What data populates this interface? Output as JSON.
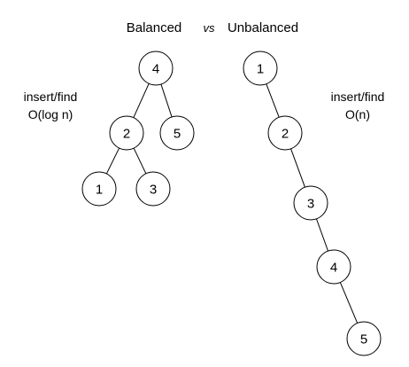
{
  "header": {
    "left_title": "Balanced",
    "separator": "vs",
    "right_title": "Unbalanced"
  },
  "balanced": {
    "note_line1": "insert/find",
    "note_line2": "O(log n)",
    "nodes": [
      {
        "id": "b4",
        "label": "4"
      },
      {
        "id": "b2",
        "label": "2"
      },
      {
        "id": "b5",
        "label": "5"
      },
      {
        "id": "b1",
        "label": "1"
      },
      {
        "id": "b3",
        "label": "3"
      }
    ],
    "edges": [
      [
        "b4",
        "b2"
      ],
      [
        "b4",
        "b5"
      ],
      [
        "b2",
        "b1"
      ],
      [
        "b2",
        "b3"
      ]
    ]
  },
  "unbalanced": {
    "note_line1": "insert/find",
    "note_line2": "O(n)",
    "nodes": [
      {
        "id": "u1",
        "label": "1"
      },
      {
        "id": "u2",
        "label": "2"
      },
      {
        "id": "u3",
        "label": "3"
      },
      {
        "id": "u4",
        "label": "4"
      },
      {
        "id": "u5",
        "label": "5"
      }
    ],
    "edges": [
      [
        "u1",
        "u2"
      ],
      [
        "u2",
        "u3"
      ],
      [
        "u3",
        "u4"
      ],
      [
        "u4",
        "u5"
      ]
    ]
  }
}
